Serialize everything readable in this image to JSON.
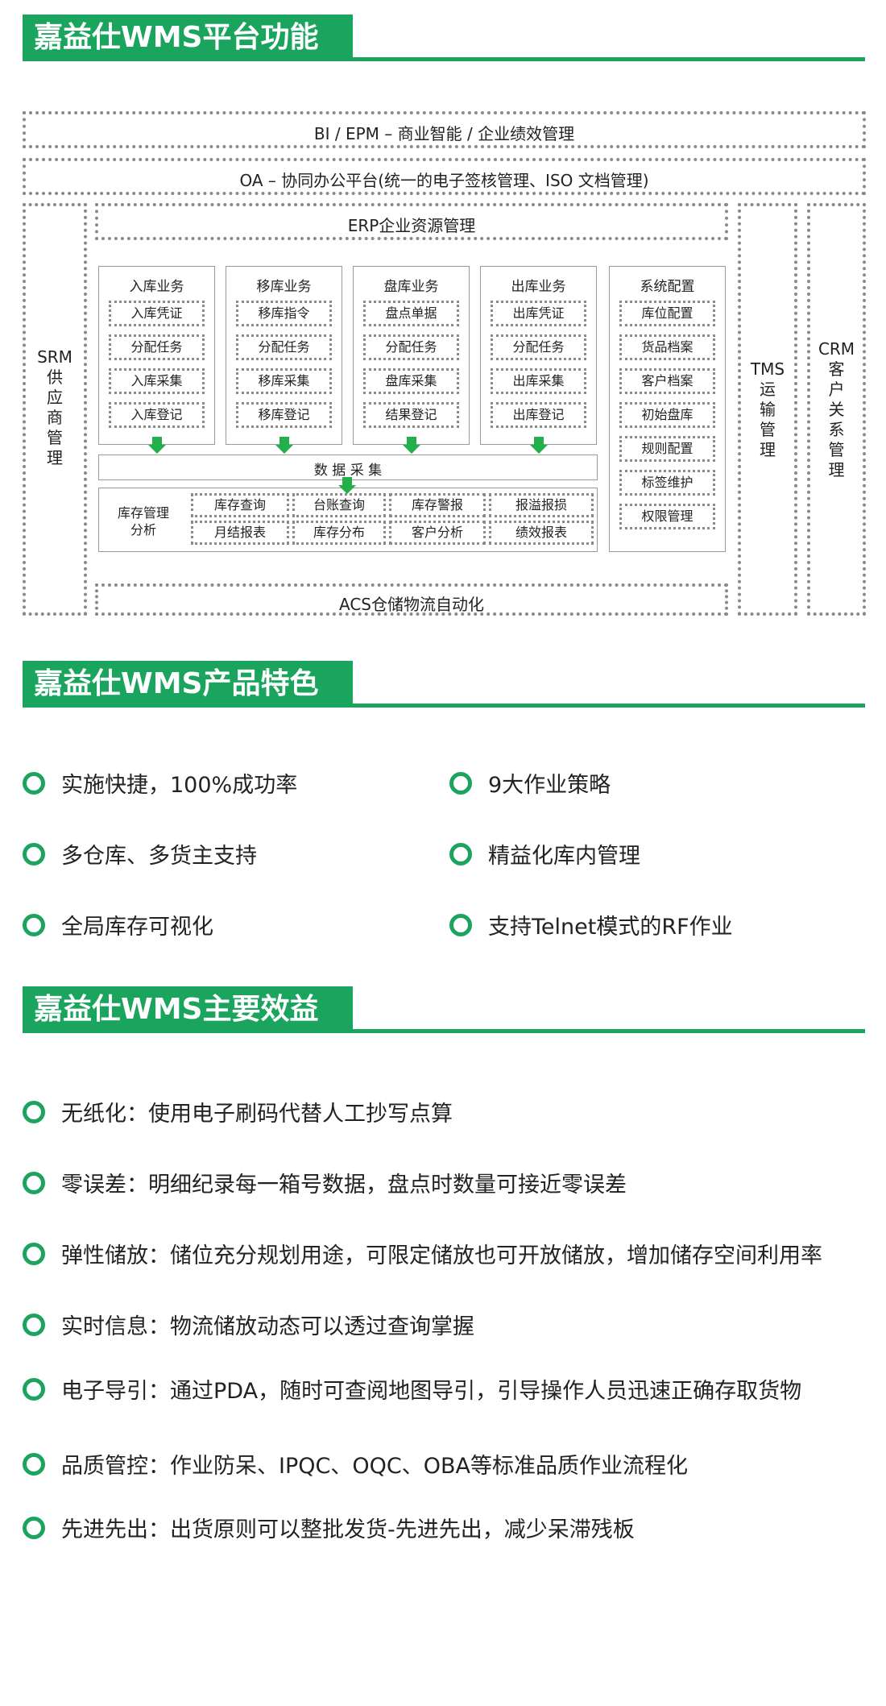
{
  "sections": {
    "platform": "嘉益仕WMS平台功能",
    "features": "嘉益仕WMS产品特色",
    "benefits": "嘉益仕WMS主要效益"
  },
  "diagram": {
    "bi": "BI / EPM – 商业智能 / 企业绩效管理",
    "oa": "OA  – 协同办公平台(统一的电子签核管理、ISO 文档管理)",
    "erp": "ERP企业资源管理",
    "acs": "ACS仓储物流自动化",
    "srm": [
      "SRM",
      "供",
      "应",
      "商",
      "管",
      "理"
    ],
    "tms": [
      "TMS",
      "运",
      "输",
      "管",
      "理"
    ],
    "crm": [
      "CRM",
      "客",
      "户",
      "关",
      "系",
      "管",
      "理"
    ],
    "modules": [
      {
        "title": "入库业务",
        "items": [
          "入库凭证",
          "分配任务",
          "入库采集",
          "入库登记"
        ]
      },
      {
        "title": "移库业务",
        "items": [
          "移库指令",
          "分配任务",
          "移库采集",
          "移库登记"
        ]
      },
      {
        "title": "盘库业务",
        "items": [
          "盘点单据",
          "分配任务",
          "盘库采集",
          "结果登记"
        ]
      },
      {
        "title": "出库业务",
        "items": [
          "出库凭证",
          "分配任务",
          "出库采集",
          "出库登记"
        ]
      }
    ],
    "system_config": {
      "title": "系统配置",
      "items": [
        "库位配置",
        "货品档案",
        "客户档案",
        "初始盘库",
        "规则配置",
        "标签维护",
        "权限管理"
      ]
    },
    "data_collect": "数 据 采 集",
    "analysis_label": [
      "库存管理",
      "分析"
    ],
    "analysis_cells": [
      "库存查询",
      "台账查询",
      "库存警报",
      "报溢报损",
      "月结报表",
      "库存分布",
      "客户分析",
      "绩效报表"
    ]
  },
  "features": [
    "实施快捷，100%成功率",
    "9大作业策略",
    "多仓库、多货主支持",
    "精益化库内管理",
    "全局库存可视化",
    "支持Telnet模式的RF作业"
  ],
  "benefits": [
    "无纸化：使用电子刷码代替人工抄写点算",
    "零误差：明细纪录每一箱号数据，盘点时数量可接近零误差",
    "弹性储放：储位充分规划用途，可限定储放也可开放储放，增加储存空间利用率",
    "实时信息：物流储放动态可以透过查询掌握",
    "电子导引：通过PDA，随时可查阅地图导引，引导操作人员迅速正确存取货物",
    "品质管控：作业防呆、IPQC、OQC、OBA等标准品质作业流程化",
    "先进先出：出货原则可以整批发货-先进先出，减少呆滞残板"
  ],
  "colors": {
    "accent": "#1aa45e",
    "arrow": "#22b04b"
  }
}
